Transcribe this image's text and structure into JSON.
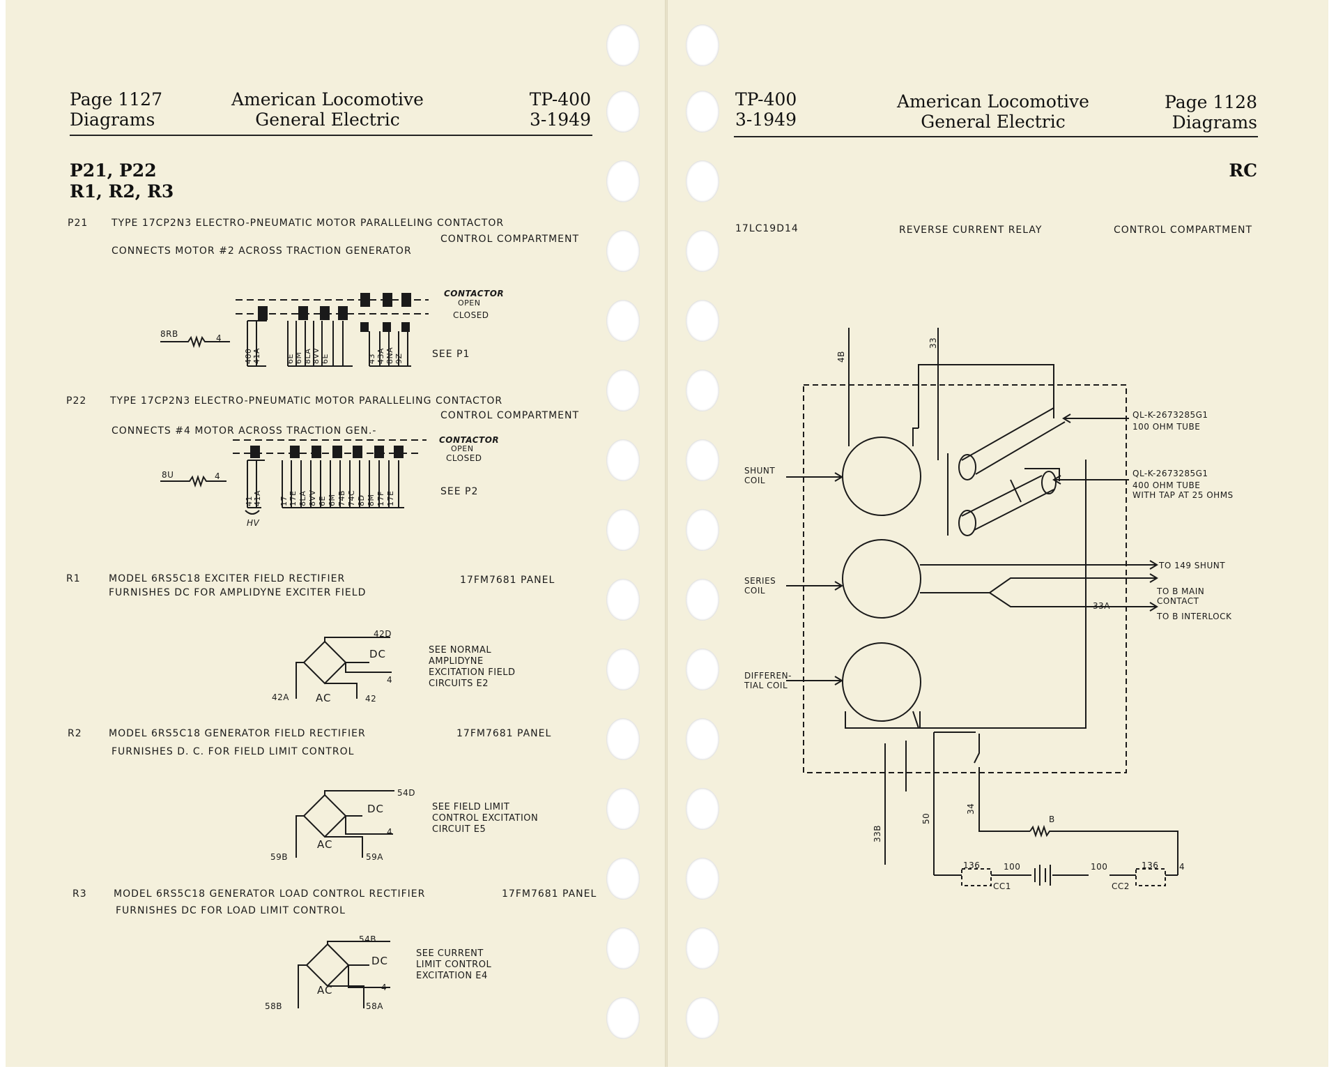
{
  "left": {
    "header": {
      "page_line1": "Page 1127",
      "page_line2": "Diagrams",
      "company_line1": "American Locomotive",
      "company_line2": "General Electric",
      "doc_line1": "TP-400",
      "doc_line2": "3-1949"
    },
    "section_title_line1": "P21, P22",
    "section_title_line2": "R1, R2, R3",
    "p21": {
      "code": "P21",
      "title": "TYPE 17CP2N3 ELECTRO-PNEUMATIC MOTOR PARALLELING CONTACTOR",
      "location": "CONTROL COMPARTMENT",
      "desc": "CONNECTS MOTOR #2 ACROSS TRACTION GENERATOR",
      "state_contactor": "CONTACTOR",
      "state_open": "OPEN",
      "state_closed": "CLOSED",
      "input_wire": "8RB",
      "input_num": "4",
      "see": "SEE P1",
      "wires": [
        "400",
        "41A",
        "6E",
        "6M",
        "8LA",
        "8VV",
        "6E",
        "43",
        "43A",
        "8NA",
        "9Z"
      ]
    },
    "p22": {
      "code": "P22",
      "title": "TYPE 17CP2N3 ELECTRO-PNEUMATIC MOTOR PARALLELING CONTACTOR",
      "location": "CONTROL COMPARTMENT",
      "desc": "CONNECTS #4 MOTOR ACROSS TRACTION GEN.-",
      "state_contactor": "CONTACTOR",
      "state_open": "OPEN",
      "state_closed": "CLOSED",
      "input_wire": "8U",
      "input_num": "4",
      "see": "SEE P2",
      "hv": "HV",
      "wires": [
        "41",
        "41A",
        "17",
        "17E",
        "8LA",
        "8VV",
        "6E",
        "6M",
        "74B",
        "74C",
        "8D",
        "8M",
        "17F",
        "17E"
      ]
    },
    "r1": {
      "code": "R1",
      "title": "MODEL 6RS5C18 EXCITER FIELD RECTIFIER",
      "panel": "17FM7681 PANEL",
      "desc": "FURNISHES DC FOR AMPLIDYNE EXCITER FIELD",
      "top_wire": "42D",
      "dc": "DC",
      "num": "4",
      "ac": "AC",
      "left_wire": "42A",
      "right_wire": "42",
      "see1": "SEE NORMAL",
      "see2": "AMPLIDYNE",
      "see3": "EXCITATION FIELD",
      "see4": "CIRCUITS E2"
    },
    "r2": {
      "code": "R2",
      "title": "MODEL 6RS5C18 GENERATOR FIELD RECTIFIER",
      "panel": "17FM7681 PANEL",
      "desc": "FURNISHES D. C. FOR FIELD LIMIT CONTROL",
      "top_wire": "54D",
      "dc": "DC",
      "num": "4",
      "ac": "AC",
      "left_wire": "59B",
      "right_wire": "59A",
      "see1": "SEE FIELD LIMIT",
      "see2": "CONTROL EXCITATION",
      "see3": "CIRCUIT E5"
    },
    "r3": {
      "code": "R3",
      "title": "MODEL 6RS5C18 GENERATOR LOAD CONTROL RECTIFIER",
      "panel": "17FM7681 PANEL",
      "desc": "FURNISHES DC FOR LOAD LIMIT CONTROL",
      "top_wire": "54B",
      "dc": "DC",
      "num": "4",
      "ac": "AC",
      "left_wire": "58B",
      "right_wire": "58A",
      "see1": "SEE CURRENT",
      "see2": "LIMIT CONTROL",
      "see3": "EXCITATION E4"
    }
  },
  "right": {
    "header": {
      "doc_line1": "TP-400",
      "doc_line2": "3-1949",
      "company_line1": "American Locomotive",
      "company_line2": "General Electric",
      "page_line1": "Page 1128",
      "page_line2": "Diagrams"
    },
    "section_title": "RC",
    "part_no": "17LC19D14",
    "title": "REVERSE CURRENT RELAY",
    "location": "CONTROL COMPARTMENT",
    "labels": {
      "shunt_coil_1": "SHUNT",
      "shunt_coil_2": "COIL",
      "series_coil_1": "SERIES",
      "series_coil_2": "COIL",
      "diff_coil_1": "DIFFEREN-",
      "diff_coil_2": "TIAL COIL",
      "tube1_1": "QL-K-2673285G1",
      "tube1_2": "100 OHM TUBE",
      "tube2_1": "QL-K-2673285G1",
      "tube2_2": "400 OHM TUBE",
      "tube2_3": "WITH TAP AT 25 OHMS",
      "to_shunt": "TO 149 SHUNT",
      "to_main_1": "TO B MAIN",
      "to_main_2": "CONTACT",
      "to_interlock": "TO B INTERLOCK",
      "wire_33a": "33A",
      "wire_4b": "4B",
      "wire_33": "33",
      "wire_33b": "33B",
      "wire_50": "50",
      "wire_34": "34",
      "res_b": "B",
      "c136a": "136",
      "c100a": "100",
      "cc1": "CC1",
      "c100b": "100",
      "c136b": "136",
      "cc2": "CC2",
      "num4": "4"
    }
  }
}
